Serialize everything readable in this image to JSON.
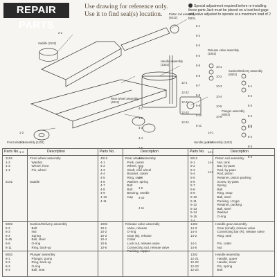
{
  "header": {
    "title": "REPAIR PARTS",
    "instructions": [
      "Use drawing for reference only.",
      "Use it to find seal(s) location."
    ]
  },
  "special_note": "Special adjustment required before re-installing these parts Jack must be placed on a load test gage and valve adjusted to operate at a maximum load of 2 tons.",
  "diagram_labels": {
    "saddle": "Saddle (2102)",
    "piston": "Piston rod assembly (5012)",
    "release_valve": "Release valve assembly (1002)",
    "handle": "Handle assembly (1302)",
    "rear_wheel": "Rear wheel assembly (4012)",
    "suction": "Suction/Delivery assembly (6002)",
    "plunger": "Plunger assembly (8002)",
    "front_wheel": "Front wheel assembly (1102)",
    "handle_gear": "Handle gear assembly (1402)"
  },
  "diagram_numbers": {
    "left_top": [
      "2-1"
    ],
    "piston_list": [
      "5-1",
      "5-2",
      "5-3",
      "5-4",
      "5-5",
      "5-6",
      "5-7",
      "5-8",
      "5-9",
      "5-10",
      "5-11"
    ],
    "release_list": [
      "10-1",
      "10-2",
      "10-3",
      "10-4",
      "10-5",
      "10-6"
    ],
    "handle_list": [
      "12-1",
      "12-22",
      "12-21",
      "12-23",
      "12-24"
    ],
    "suction_list": [
      "6-1",
      "6-2",
      "6-3",
      "6-4",
      "6-5"
    ],
    "plunger_list": [
      "8-1",
      "8-2",
      "8-3",
      "8-4"
    ],
    "rear_list": [
      "4-1",
      "4-2",
      "4-3",
      "4-4",
      "4-5",
      "4-6",
      "4-7",
      "4-8",
      "4-9",
      "4-10",
      "4-11"
    ],
    "front_list": [
      "1-2",
      "1-3",
      "1-4"
    ],
    "gear_list": [
      "14-1",
      "14-2",
      "14-3",
      "14-4",
      "14-5"
    ]
  },
  "table": {
    "col_headers": [
      "Parts No.",
      "Description",
      "Parts No.",
      "Description",
      "Parts No.",
      "Description"
    ],
    "block1": {
      "c1_parts": "1102\n1-2\n1-3\n1-4\n\n\n2102",
      "c1_desc": "Front wheel assembly\n  Washer\n  Wheel, front\n  Pin, wheel\n\n\nSaddle",
      "c2_parts": "4012\n4-1\n4-2\n4-3\n4-4\n4-5\n4-6\n4-7\n4-8\n4-9\n4-10\n4-11",
      "c2_desc": "Rear wheel assembly\n  Pork, caster\n  Wheel, rear\n  Shaft, rear wheel\n  Bracket, caster\n  Ring, race\n  Washer, spring\n  Bolt\n  Bolt\n  Bearing, needle\n  Cap",
      "c3_parts": "5012\n5-1\n5-2\n5-3\n5-4\n5-5\n5-6\n5-7\n5-8\n5-9\n5-10\n5-11\n5-12\n5-13\n5-14\n5-15\n7-4",
      "c3_desc": "Piston rod assembly\n  Nut, tank\n  Bar, by-pass\n  Rod, by-pass\n  Rod, piston\n  Retainer, piston packing\n  Screw, by-pass\n  Spring\n  Ball\n  Ring, snap\n  Ball, steel\n  Packing, U-type\n  Retainer, packing\n  Ball, steel\n  Washer\n  O-ring"
    },
    "block2": {
      "c1_parts": "6002\n6-2\n6-3\n6-4\n6-45\n6-5\n6-11",
      "c1_desc": "Suction/Delivery assembly\n  Bolt\n  Nut\n  Spring\n  Ball, steel\n  O-ring\n  Ring, back-up",
      "c2_parts": "1002\n10-1\n10-2\n10-3\n10-4\n10-5\n10-6",
      "c2_desc": "Release valve assembly\n  Valve, release\n  O-ring\n  Gear (B), release\n  Collar\n  Lock nut, release valve\n  Connecting rod, release valve\n  Packing, copper",
      "c3_parts": "1402\n14-3\n14-4\n14-2\n\n14-1\n14-5",
      "c3_desc": "Handle gear assembly\n  Gear (small), release valve\n  Connecting bar (R), release valve\n  Ring, seal\n\n  Pin, cotter\n  Nut"
    },
    "block3": {
      "c1_parts": "8002\n8-1\n8-2\n8-3\n8-4",
      "c1_desc": "Plunger assembly\n  Plunger, pump\n  Ring, back-up\n  O-ring\n  Ball, seat",
      "c3_parts": "1302\n12-21\n12-22\n12-23\n12-24",
      "c3_desc": "Handle assembly\n  Handle, upper\n  Handle, lower\n  Pin, spring\n  Bolt"
    }
  }
}
